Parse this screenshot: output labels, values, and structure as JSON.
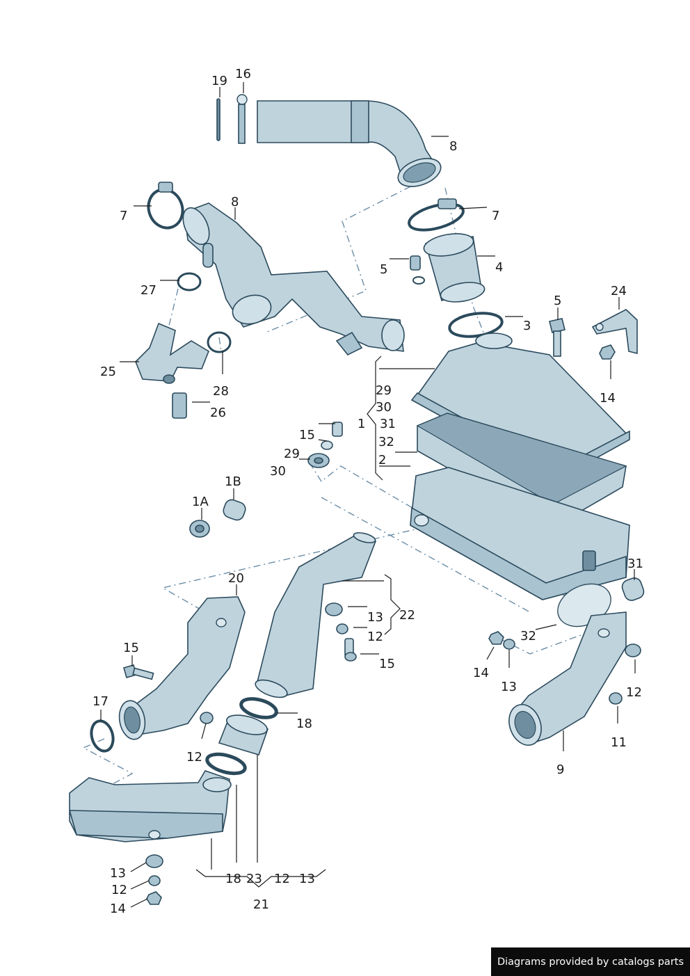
{
  "labels": {
    "l1": "1",
    "l1A": "1A",
    "l1B": "1B",
    "l2": "2",
    "l3": "3",
    "l4": "4",
    "l5a": "5",
    "l5b": "5",
    "l7a": "7",
    "l7b": "7",
    "l8a": "8",
    "l8b": "8",
    "l9": "9",
    "l11": "11",
    "l12a": "12",
    "l12b": "12",
    "l12c": "12",
    "l12d": "12",
    "l12e": "12",
    "l13a": "13",
    "l13b": "13",
    "l13c": "13",
    "l13d": "13",
    "l14a": "14",
    "l14b": "14",
    "l14c": "14",
    "l15a": "15",
    "l15b": "15",
    "l15c": "15",
    "l16": "16",
    "l17": "17",
    "l18a": "18",
    "l18b": "18",
    "l19": "19",
    "l20": "20",
    "l21": "21",
    "l22": "22",
    "l23": "23",
    "l24": "24",
    "l25": "25",
    "l26": "26",
    "l27": "27",
    "l28": "28",
    "l29a": "29",
    "l29b": "29",
    "l30a": "30",
    "l30b": "30",
    "l31a": "31",
    "l31b": "31",
    "l32a": "32",
    "l32b": "32"
  },
  "footer": {
    "text": "Diagrams provided by catalogs parts"
  }
}
